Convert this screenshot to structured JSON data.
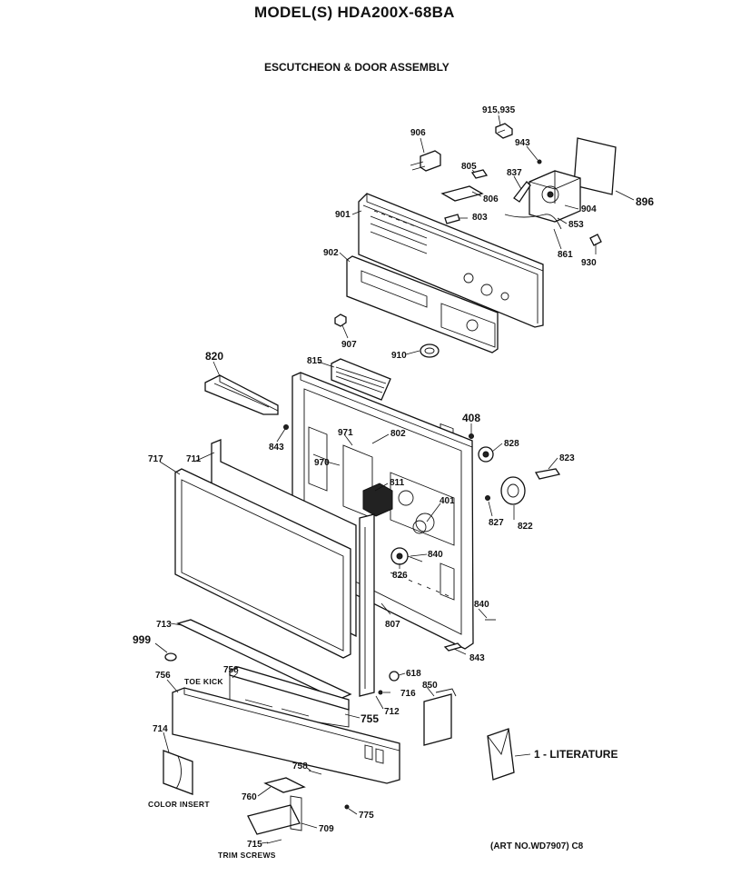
{
  "header": {
    "model": "MODEL(S) HDA200X-68BA",
    "section": "ESCUTCHEON & DOOR ASSEMBLY",
    "art_no": "(ART NO.WD7907) C8"
  },
  "literature_label": "1 - LITERATURE",
  "captions": {
    "toe_kick": "TOE KICK",
    "color_insert": "COLOR INSERT",
    "trim_screws": "TRIM SCREWS"
  },
  "callouts": [
    {
      "id": "915_935",
      "text": "915,935"
    },
    {
      "id": "906",
      "text": "906"
    },
    {
      "id": "943",
      "text": "943"
    },
    {
      "id": "805",
      "text": "805"
    },
    {
      "id": "837",
      "text": "837"
    },
    {
      "id": "806",
      "text": "806"
    },
    {
      "id": "896",
      "text": "896"
    },
    {
      "id": "904",
      "text": "904"
    },
    {
      "id": "901",
      "text": "901"
    },
    {
      "id": "803",
      "text": "803"
    },
    {
      "id": "853",
      "text": "853"
    },
    {
      "id": "902",
      "text": "902"
    },
    {
      "id": "861",
      "text": "861"
    },
    {
      "id": "930",
      "text": "930"
    },
    {
      "id": "907",
      "text": "907"
    },
    {
      "id": "910",
      "text": "910"
    },
    {
      "id": "820",
      "text": "820"
    },
    {
      "id": "815",
      "text": "815"
    },
    {
      "id": "408",
      "text": "408"
    },
    {
      "id": "843a",
      "text": "843"
    },
    {
      "id": "971",
      "text": "971"
    },
    {
      "id": "802",
      "text": "802"
    },
    {
      "id": "828",
      "text": "828"
    },
    {
      "id": "823",
      "text": "823"
    },
    {
      "id": "717",
      "text": "717"
    },
    {
      "id": "711",
      "text": "711"
    },
    {
      "id": "970",
      "text": "970"
    },
    {
      "id": "811",
      "text": "811"
    },
    {
      "id": "401",
      "text": "401"
    },
    {
      "id": "827",
      "text": "827"
    },
    {
      "id": "822",
      "text": "822"
    },
    {
      "id": "840a",
      "text": "840"
    },
    {
      "id": "826",
      "text": "826"
    },
    {
      "id": "840b",
      "text": "840"
    },
    {
      "id": "713",
      "text": "713"
    },
    {
      "id": "807",
      "text": "807"
    },
    {
      "id": "843b",
      "text": "843"
    },
    {
      "id": "999",
      "text": "999"
    },
    {
      "id": "618",
      "text": "618"
    },
    {
      "id": "758a",
      "text": "758"
    },
    {
      "id": "756",
      "text": "756"
    },
    {
      "id": "850",
      "text": "850"
    },
    {
      "id": "716",
      "text": "716"
    },
    {
      "id": "712",
      "text": "712"
    },
    {
      "id": "755",
      "text": "755"
    },
    {
      "id": "714",
      "text": "714"
    },
    {
      "id": "758b",
      "text": "758"
    },
    {
      "id": "760",
      "text": "760"
    },
    {
      "id": "775",
      "text": "775"
    },
    {
      "id": "709",
      "text": "709"
    },
    {
      "id": "715",
      "text": "715"
    }
  ]
}
